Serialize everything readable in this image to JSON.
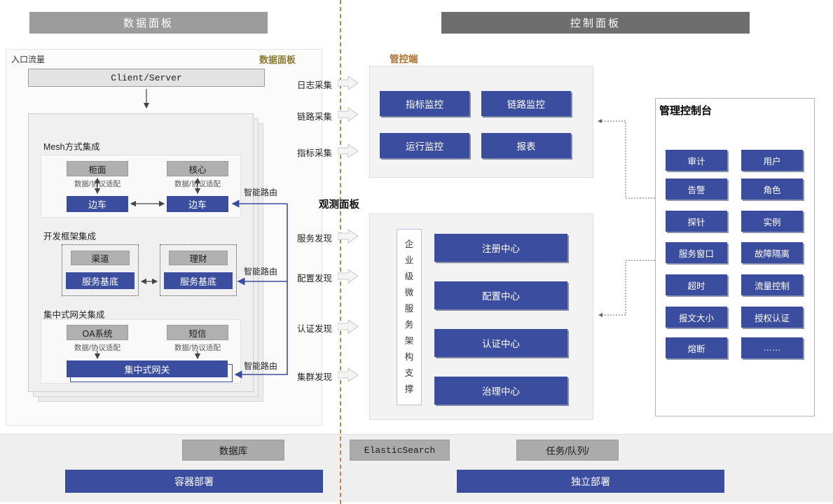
{
  "header": {
    "left": "数据面板",
    "right": "控制面板"
  },
  "left_panel": {
    "entry_label": "入口流量",
    "corner_label": "数据面板",
    "client_server": "Client/Server",
    "mesh": {
      "title": "Mesh方式集成",
      "box1": "柜面",
      "box2": "核心",
      "adapter": "数据/协议适配",
      "sidecar1": "边车",
      "sidecar2": "边车"
    },
    "framework": {
      "title": "开发框架集成",
      "g1_top": "渠道",
      "g1_bottom": "服务基底",
      "g2_top": "理财",
      "g2_bottom": "服务基底"
    },
    "gateway": {
      "title": "集中式网关集成",
      "box1": "OA系统",
      "box2": "短信",
      "adapter": "数据/协议适配",
      "bar": "集中式网关"
    },
    "smart_route": "智能路由"
  },
  "flows": {
    "collect": [
      "日志采集",
      "链路采集",
      "指标采集"
    ],
    "observe_title": "观测面板",
    "discover": [
      "服务发现",
      "配置发现",
      "认证发现",
      "集群发现"
    ]
  },
  "control": {
    "tag": "管控端",
    "monitors": [
      "指标监控",
      "链路监控",
      "运行监控",
      "报表"
    ],
    "vertical_label": "企业级微服务架构支撑",
    "centers": [
      "注册中心",
      "配置中心",
      "认证中心",
      "治理中心"
    ]
  },
  "console": {
    "title": "管理控制台",
    "buttons": [
      "审计",
      "用户",
      "告警",
      "角色",
      "探针",
      "实例",
      "服务窗口",
      "故障隔离",
      "超时",
      "流量控制",
      "报文大小",
      "授权认证",
      "熔断",
      "……"
    ]
  },
  "bottom": {
    "stores": [
      "数据库",
      "ElasticSearch",
      "任务/队列/"
    ],
    "deploys": [
      "容器部署",
      "独立部署"
    ]
  },
  "colors": {
    "accent_blue": "#3b4d9e",
    "gray_box": "#b0b0b0",
    "divider_orange": "#c8834e",
    "gold_label": "#8a7a30",
    "control_tag": "#b06f2e"
  }
}
